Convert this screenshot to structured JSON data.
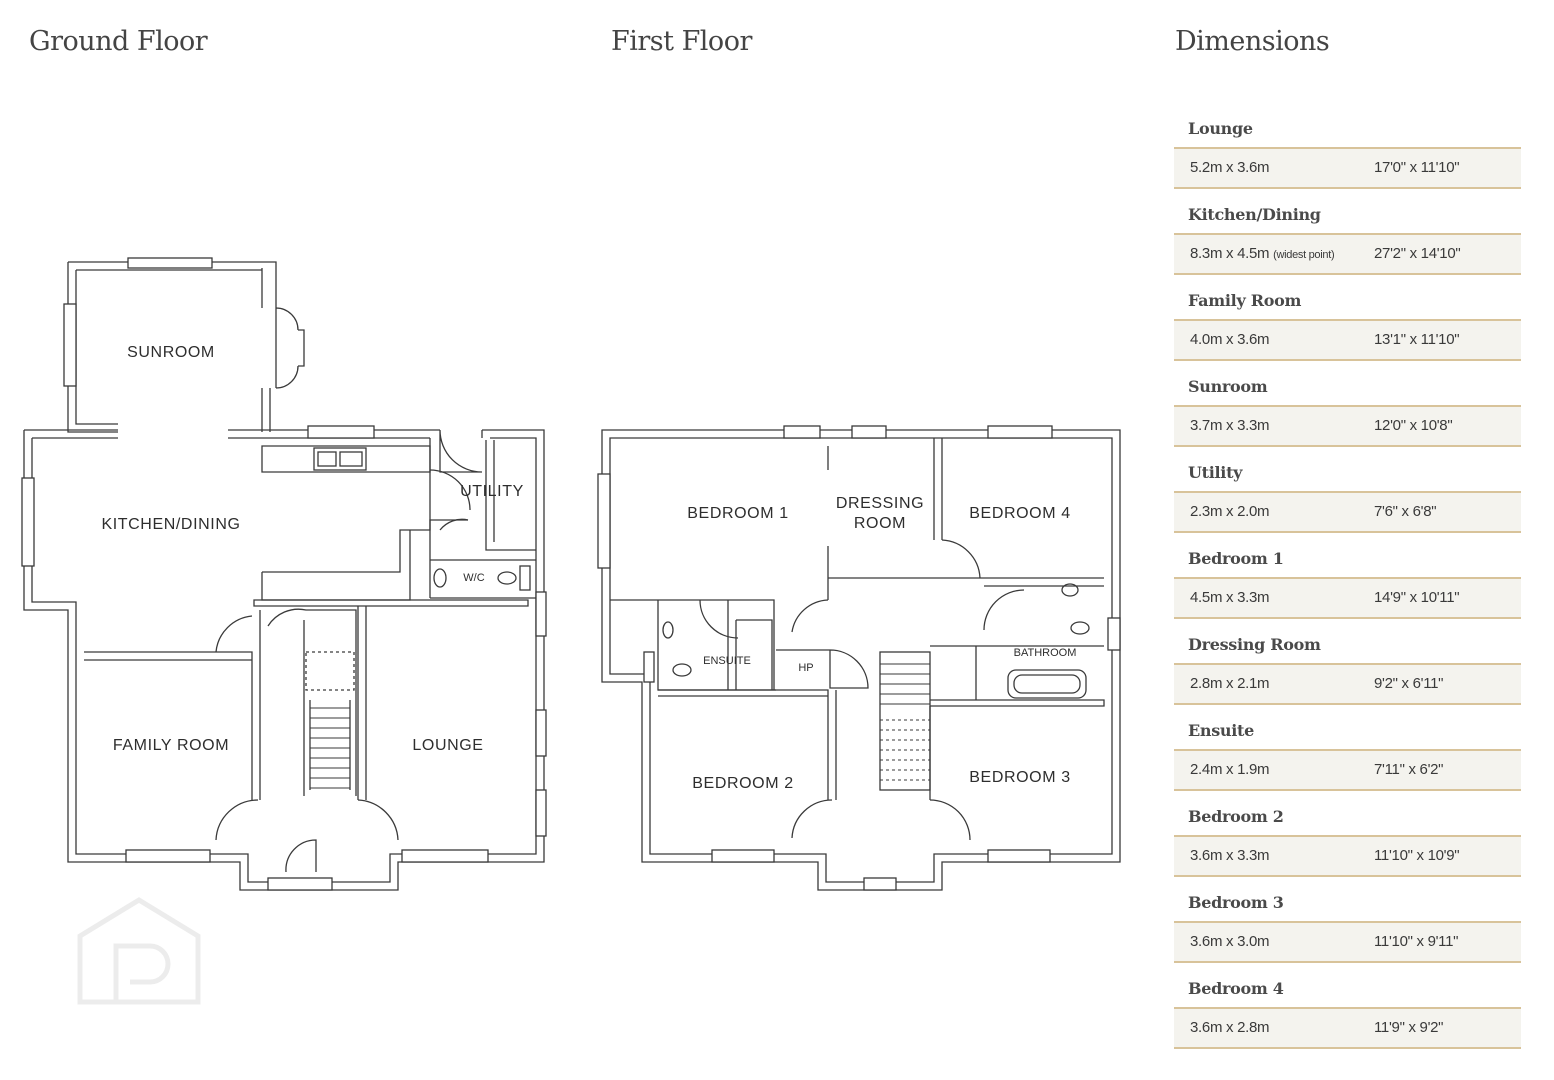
{
  "headings": {
    "ground_floor": "Ground Floor",
    "first_floor": "First Floor",
    "dimensions": "Dimensions"
  },
  "ground_floor": {
    "sunroom": "SUNROOM",
    "kitchen_dining": "KITCHEN/DINING",
    "utility": "UTILITY",
    "wc": "W/C",
    "family_room": "FAMILY ROOM",
    "lounge": "LOUNGE"
  },
  "first_floor": {
    "bedroom_1": "BEDROOM 1",
    "dressing_line1": "DRESSING",
    "dressing_line2": "ROOM",
    "bedroom_4": "BEDROOM 4",
    "ensuite": "ENSUITE",
    "hp": "HP",
    "bathroom": "BATHROOM",
    "bedroom_2": "BEDROOM 2",
    "bedroom_3": "BEDROOM 3"
  },
  "dimensions": [
    {
      "name": "Lounge",
      "metric": "5.2m x 3.6m",
      "note": "",
      "imperial": "17'0\" x 11'10\""
    },
    {
      "name": "Kitchen/Dining",
      "metric": "8.3m x 4.5m",
      "note": "(widest point)",
      "imperial": "27'2\" x 14'10\""
    },
    {
      "name": "Family Room",
      "metric": "4.0m x 3.6m",
      "note": "",
      "imperial": "13'1\" x 11'10\""
    },
    {
      "name": "Sunroom",
      "metric": "3.7m x 3.3m",
      "note": "",
      "imperial": "12'0\" x 10'8\""
    },
    {
      "name": "Utility",
      "metric": "2.3m x 2.0m",
      "note": "",
      "imperial": "7'6\" x 6'8\""
    },
    {
      "name": "Bedroom 1",
      "metric": "4.5m x 3.3m",
      "note": "",
      "imperial": "14'9\" x 10'11\""
    },
    {
      "name": "Dressing Room",
      "metric": "2.8m x 2.1m",
      "note": "",
      "imperial": "9'2\" x 6'11\""
    },
    {
      "name": "Ensuite",
      "metric": "2.4m x 1.9m",
      "note": "",
      "imperial": "7'11\" x 6'2\""
    },
    {
      "name": "Bedroom 2",
      "metric": "3.6m x 3.3m",
      "note": "",
      "imperial": "11'10\" x 10'9\""
    },
    {
      "name": "Bedroom 3",
      "metric": "3.6m x 3.0m",
      "note": "",
      "imperial": "11'10\" x 9'11\""
    },
    {
      "name": "Bedroom 4",
      "metric": "3.6m x 2.8m",
      "note": "",
      "imperial": "11'9\" x 9'2\""
    }
  ]
}
